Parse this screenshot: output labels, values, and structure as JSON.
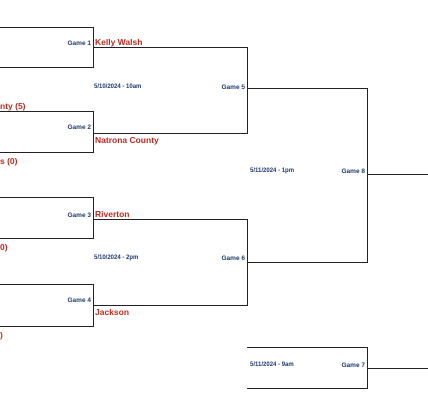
{
  "colors": {
    "line": "#222222",
    "game_label": "#1f3a6e",
    "team": "#c0281d",
    "date": "#1f3a6e",
    "background": "#ffffff"
  },
  "round1": {
    "game1": {
      "label": "Game 1",
      "winner": "Kelly Walsh"
    },
    "team_cut_1": "nty (5)",
    "game2": {
      "label": "Game 2",
      "winner": "Natrona County"
    },
    "team_cut_2": "s (0)",
    "game3": {
      "label": "Game 3",
      "winner": "Riverton"
    },
    "team_cut_3": "0)",
    "game4": {
      "label": "Game 4",
      "winner": "Jackson"
    },
    "team_cut_4": ")"
  },
  "round2": {
    "game5": {
      "label": "Game 5",
      "date": "5/10/2024 - 10am"
    },
    "game6": {
      "label": "Game 6",
      "date": "5/10/2024 - 2pm"
    }
  },
  "round3": {
    "game8": {
      "label": "Game 8",
      "date": "5/11/2024 - 1pm"
    },
    "game7": {
      "label": "Game 7",
      "date": "5/11/2024 - 9am"
    }
  }
}
